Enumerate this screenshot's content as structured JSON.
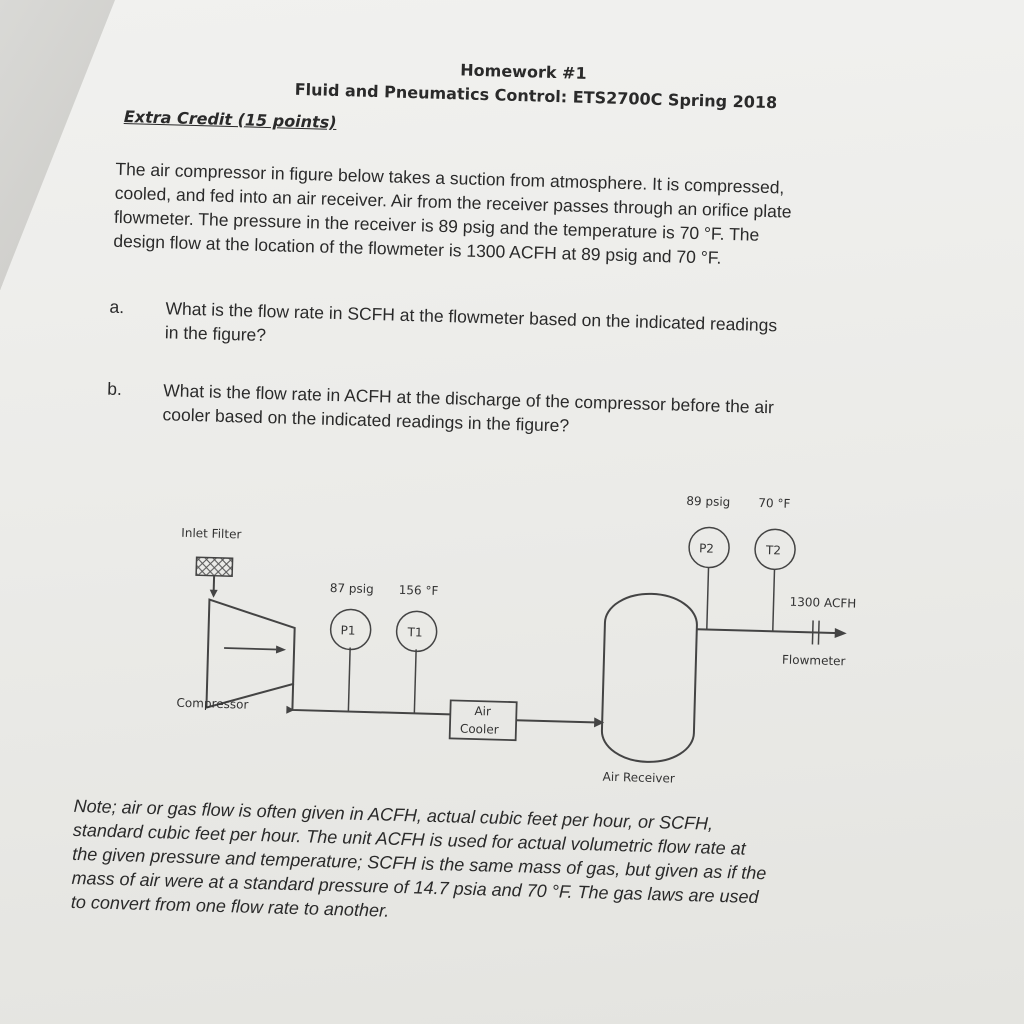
{
  "header": {
    "title": "Homework #1",
    "subtitle": "Fluid and Pneumatics Control: ETS2700C Spring 2018"
  },
  "extra_credit": "Extra Credit (15 points)",
  "intro_lines": [
    "The air compressor in figure below takes a suction from atmosphere. It is compressed,",
    "cooled, and fed into an air receiver. Air from the receiver passes through an orifice plate",
    "flowmeter. The pressure in the receiver is 89 psig and the temperature is 70 °F. The",
    "design flow at the location of the flowmeter is 1300 ACFH at 89 psig and 70 °F."
  ],
  "questions": [
    {
      "marker": "a.",
      "lines": [
        "What is the flow rate in SCFH at the flowmeter based on the indicated readings",
        "in the figure?"
      ]
    },
    {
      "marker": "b.",
      "lines": [
        "What is the flow rate in ACFH at the discharge of the compressor before the air",
        "cooler based on the indicated readings in the figure?"
      ]
    }
  ],
  "diagram": {
    "inlet_filter": "Inlet Filter",
    "compressor": "Compressor",
    "p1_reading": "87 psig",
    "t1_reading": "156 °F",
    "p1": "P1",
    "t1": "T1",
    "air_cooler_line1": "Air",
    "air_cooler_line2": "Cooler",
    "air_receiver": "Air Receiver",
    "p2_reading": "89 psig",
    "t2_reading": "70 °F",
    "p2": "P2",
    "t2": "T2",
    "flow_label": "1300 ACFH",
    "flowmeter": "Flowmeter"
  },
  "note_lines": [
    "Note; air or gas flow is often given in ACFH, actual cubic feet per hour, or SCFH,",
    "standard cubic feet per hour. The unit ACFH is used for actual volumetric flow rate at",
    "the given pressure and temperature; SCFH is the same mass of gas, but given as if the",
    "mass of air were at a standard pressure of 14.7 psia and 70 °F. The gas laws are used",
    "to convert from one flow rate to another."
  ]
}
